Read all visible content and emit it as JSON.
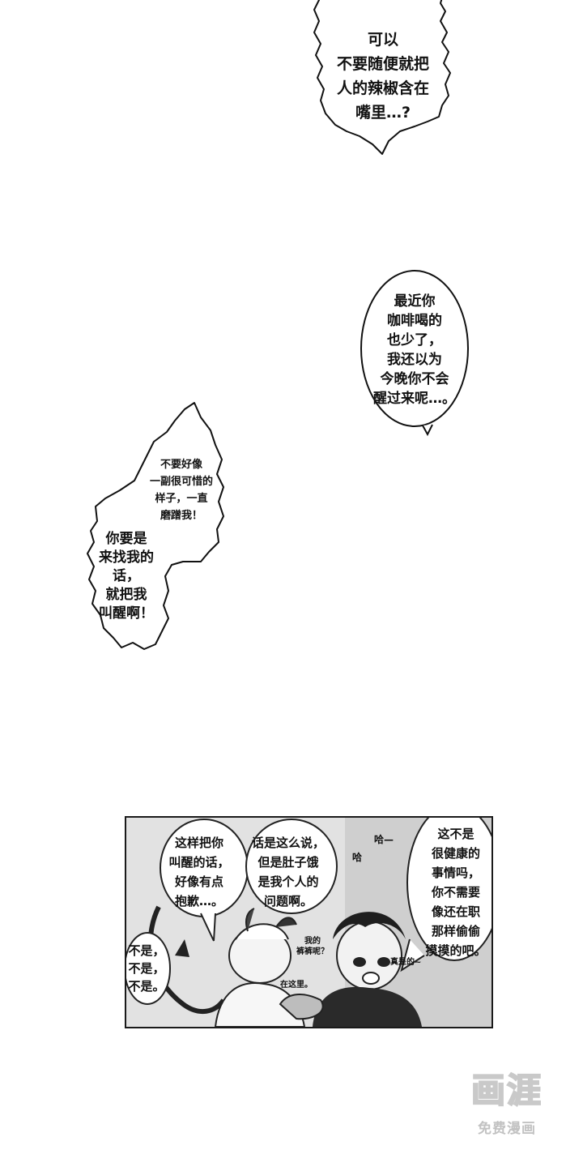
{
  "bubbles": {
    "b1": "可以\n不要随便就把\n人的辣椒含在\n嘴里…?",
    "b2": "最近你\n咖啡喝的\n也少了，\n我还以为\n今晚你不会\n醒过来呢…。",
    "b3a": "不要好像\n一副很可惜的\n样子，一直\n磨蹭我！",
    "b3b": "你要是\n来找我的话，\n就把我\n叫醒啊！"
  },
  "panel": {
    "left_bubble": "这样把你\n叫醒的话，\n好像有点\n抱歉…。",
    "middle_bubble": "话是这么说，\n但是肚子饿\n是我个人的\n问题啊。",
    "right_bubble": "这不是\n很健康的\n事情吗，\n你不需要\n像还在职\n那样偷偷\n摸摸的吧。",
    "bottom_left_bubble": "不是，\n不是，\n不是。",
    "sfx_ha_1": "哈—",
    "sfx_ha_2": "哈",
    "small_pants": "我的\n裤裤呢？",
    "small_here": "在这里。",
    "small_really": "真是的~"
  },
  "watermark": {
    "logo": "画涯",
    "subtitle": "免费漫画"
  }
}
